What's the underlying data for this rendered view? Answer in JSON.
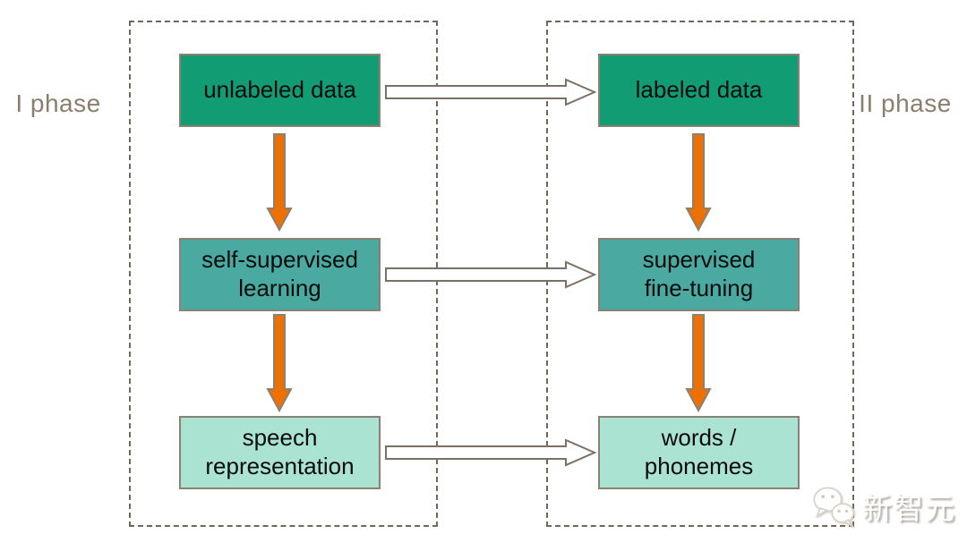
{
  "phases": [
    {
      "label": "I phase",
      "boxes": [
        {
          "text": "unlabeled data"
        },
        {
          "text": "self-supervised\nlearning"
        },
        {
          "text": "speech\nrepresentation"
        }
      ]
    },
    {
      "label": "II phase",
      "boxes": [
        {
          "text": "labeled data"
        },
        {
          "text": "supervised\nfine-tuning"
        },
        {
          "text": "words /\nphonemes"
        }
      ]
    }
  ],
  "watermark": {
    "text": "新智元",
    "icon": "wechat-chat-bubbles-icon"
  },
  "colors": {
    "box_row1": "#119c74",
    "box_row2": "#4aaaa2",
    "box_row3": "#abe3d3",
    "box_border": "#8a8174",
    "arrow_orange": "#ee7000",
    "arrow_outline": "#7a7164",
    "dashed_border": "#6f6757",
    "phase_label_text": "#8a7e6e"
  }
}
